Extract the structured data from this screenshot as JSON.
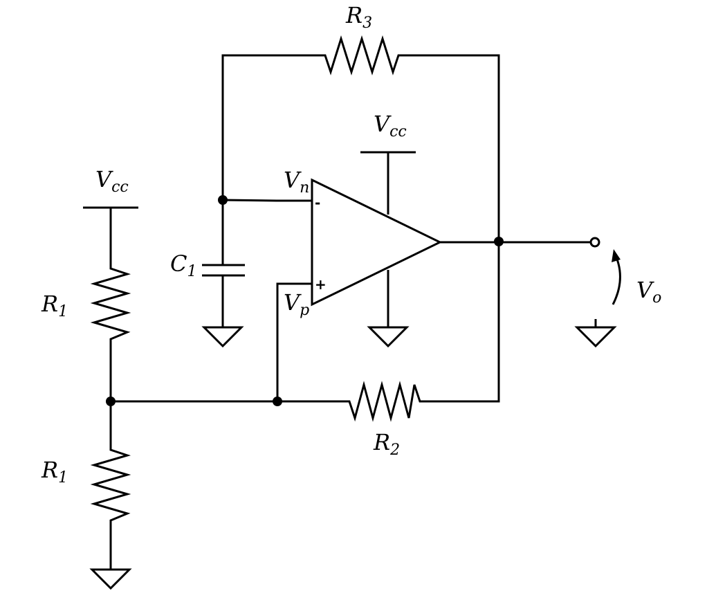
{
  "labels": {
    "r3": {
      "main": "R",
      "sub": "3"
    },
    "r2": {
      "main": "R",
      "sub": "2"
    },
    "r1_top": {
      "main": "R",
      "sub": "1"
    },
    "r1_bottom": {
      "main": "R",
      "sub": "1"
    },
    "c1": {
      "main": "C",
      "sub": "1"
    },
    "vcc_left": {
      "main": "V",
      "sub": "cc"
    },
    "vcc_top": {
      "main": "V",
      "sub": "cc"
    },
    "vn": {
      "main": "V",
      "sub": "n"
    },
    "vp": {
      "main": "V",
      "sub": "p"
    },
    "vo": {
      "main": "V",
      "sub": "o"
    }
  },
  "opamp": {
    "minus": "-",
    "plus": "+"
  }
}
